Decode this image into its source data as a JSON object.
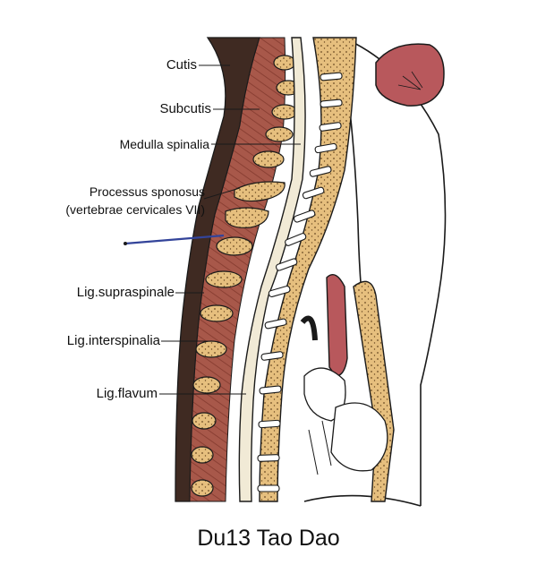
{
  "labels": {
    "cutis": "Cutis",
    "subcutis": "Subcutis",
    "medulla": "Medulla spinalia",
    "processus_line1": "Processus sponosus",
    "processus_line2": "(vertebrae cervicales VII)",
    "supraspinale": "Lig.supraspinale",
    "interspinalia": "Lig.interspinalia",
    "flavum": "Lig.flavum"
  },
  "caption": "Du13 Tao Dao",
  "colors": {
    "skin": "#3f2a22",
    "muscle": "#a8584a",
    "bone": "#e6bf7e",
    "cord": "#f1ead6",
    "outline": "#1a1a1a",
    "needle": "#33449a"
  }
}
